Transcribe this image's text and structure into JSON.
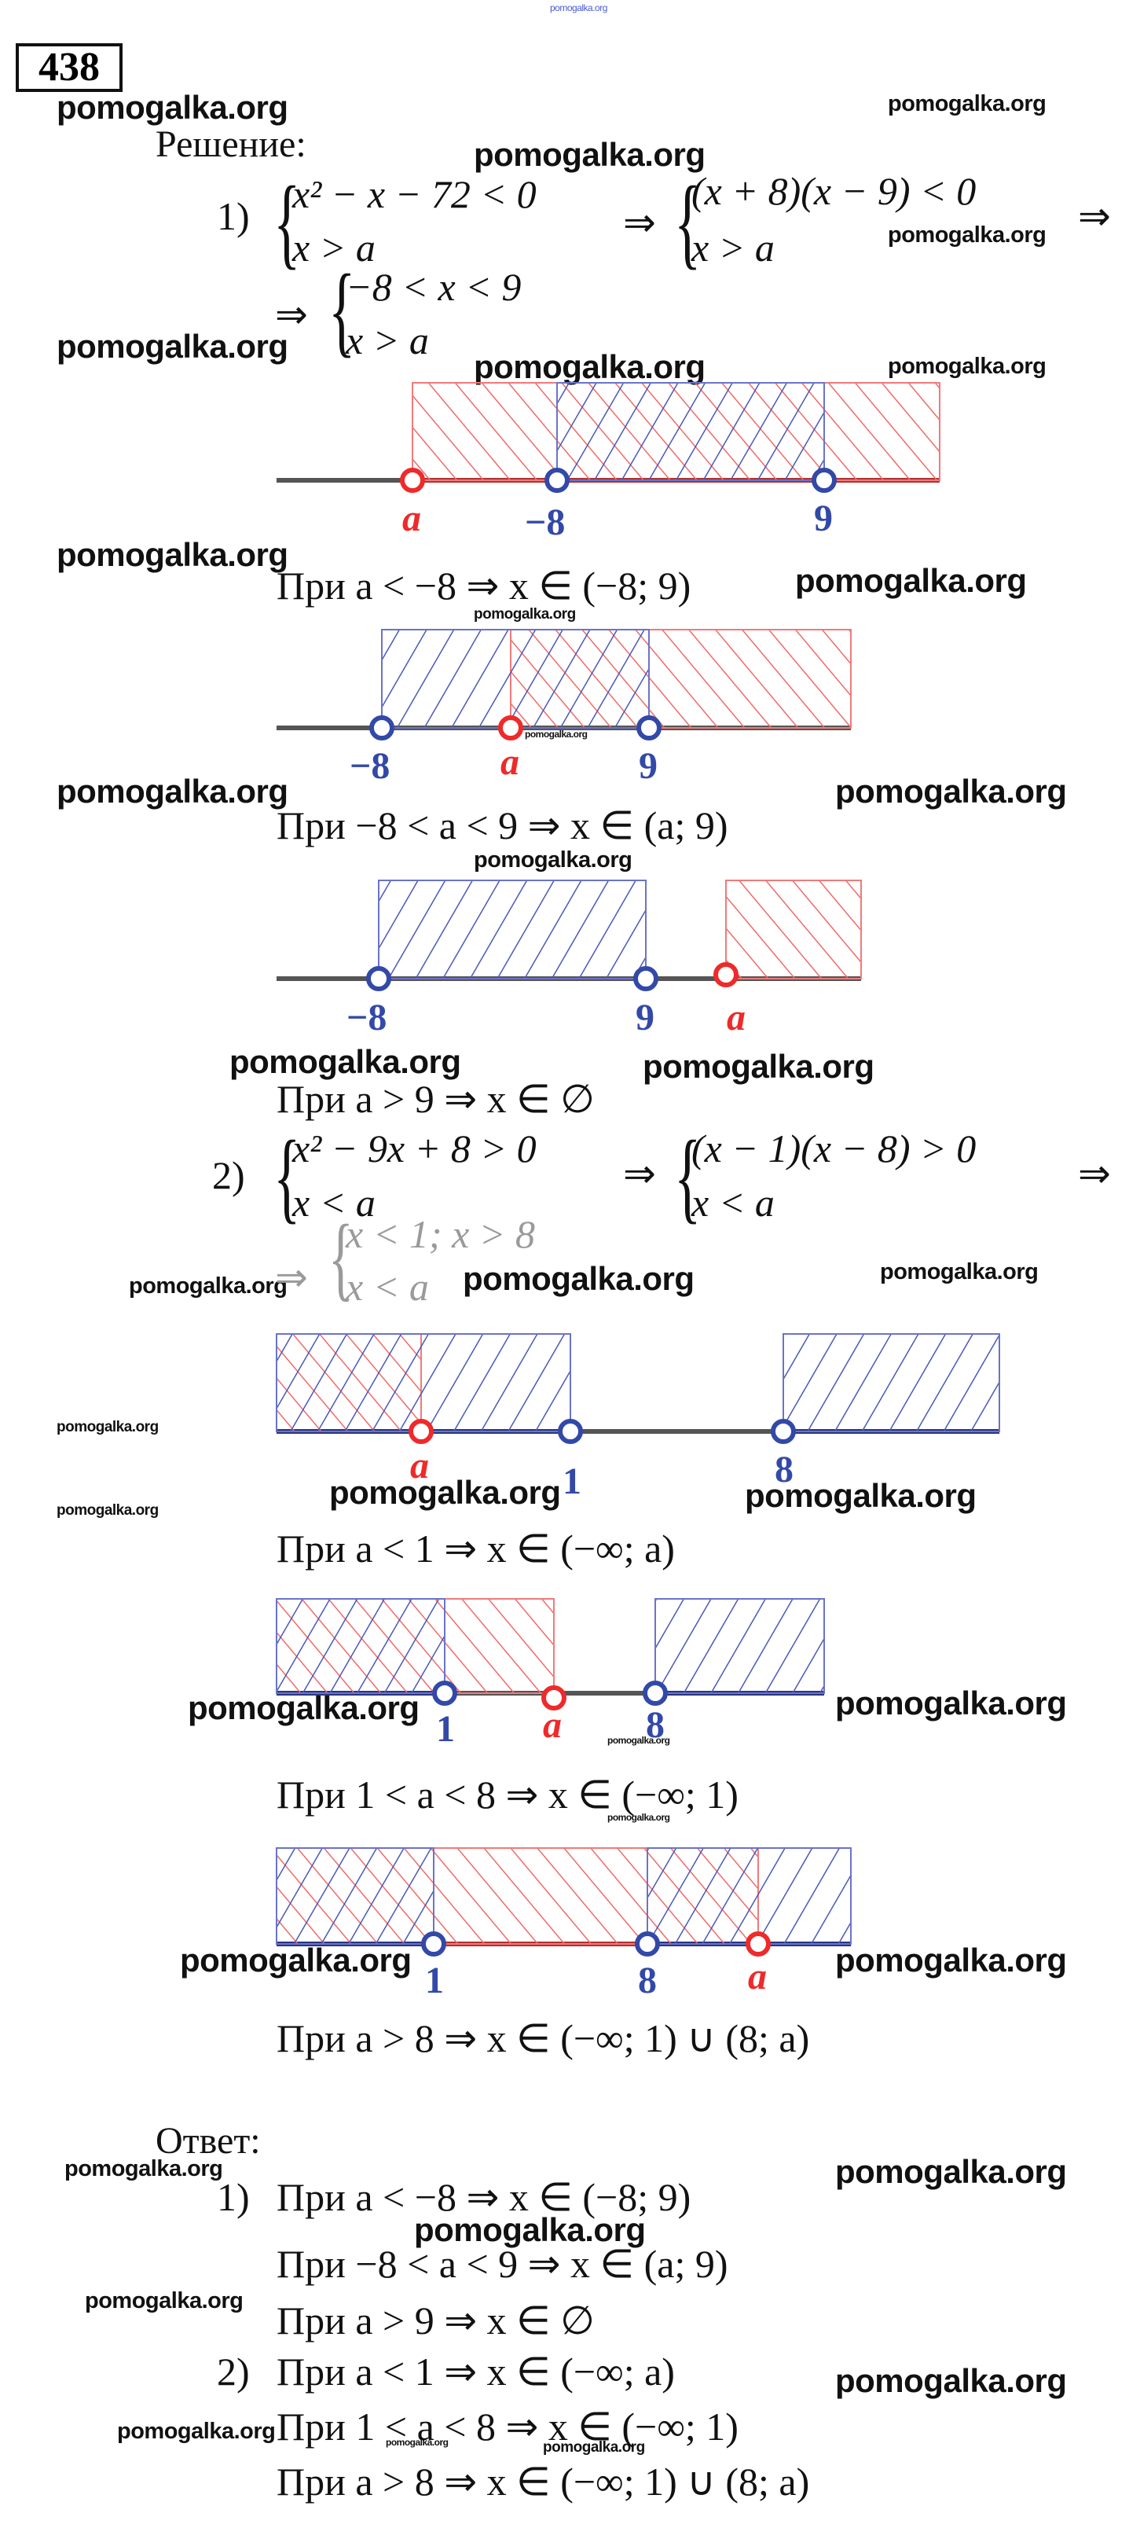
{
  "watermark": "pomogalka.org",
  "problem_number": "438",
  "solution_label": "Решение:",
  "answer_label": "Ответ:",
  "colors": {
    "red": "#ee3b3b",
    "blue": "#3349a8",
    "axis": "#555555"
  },
  "part1": {
    "num": "1)",
    "sys1": [
      "x² − x − 72 < 0",
      "x > a"
    ],
    "implies": "⇒",
    "sys2": [
      "(x + 8)(x − 9) < 0",
      "x > a"
    ],
    "sys3": [
      "−8 < x < 9",
      "x > a"
    ],
    "cases": [
      {
        "text": "При a < −8 ⇒ x ∈ (−8; 9)",
        "labels": [
          "a",
          "−8",
          "9"
        ]
      },
      {
        "text": "При −8 < a < 9 ⇒ x ∈ (a; 9)",
        "labels": [
          "−8",
          "a",
          "9"
        ]
      },
      {
        "text": "При a > 9 ⇒ x ∈ ∅",
        "labels": [
          "−8",
          "9",
          "a"
        ]
      }
    ]
  },
  "part2": {
    "num": "2)",
    "sys1": [
      "x² − 9x + 8 > 0",
      "x < a"
    ],
    "implies": "⇒",
    "sys2": [
      "(x − 1)(x − 8) > 0",
      "x < a"
    ],
    "sys3": [
      "x < 1; x > 8",
      "x < a"
    ],
    "cases": [
      {
        "text": "При a < 1 ⇒ x ∈ (−∞; a)",
        "labels": [
          "a",
          "1",
          "8"
        ]
      },
      {
        "text": "При 1 < a < 8 ⇒ x ∈ (−∞; 1)",
        "labels": [
          "1",
          "a",
          "8"
        ]
      },
      {
        "text": "При a > 8 ⇒ x ∈ (−∞; 1) ∪ (8; a)",
        "labels": [
          "1",
          "8",
          "a"
        ]
      }
    ]
  },
  "answer": {
    "part1_num": "1)",
    "part2_num": "2)",
    "lines": [
      "При a < −8 ⇒ x ∈ (−8; 9)",
      "При −8 < a < 9 ⇒ x ∈ (a; 9)",
      "При a > 9 ⇒ x ∈ ∅",
      "При a < 1 ⇒ x ∈ (−∞; a)",
      "При 1 < a < 8 ⇒ x ∈ (−∞; 1)",
      "При a > 8 ⇒ x ∈ (−∞; 1) ∪ (8; a)"
    ]
  }
}
